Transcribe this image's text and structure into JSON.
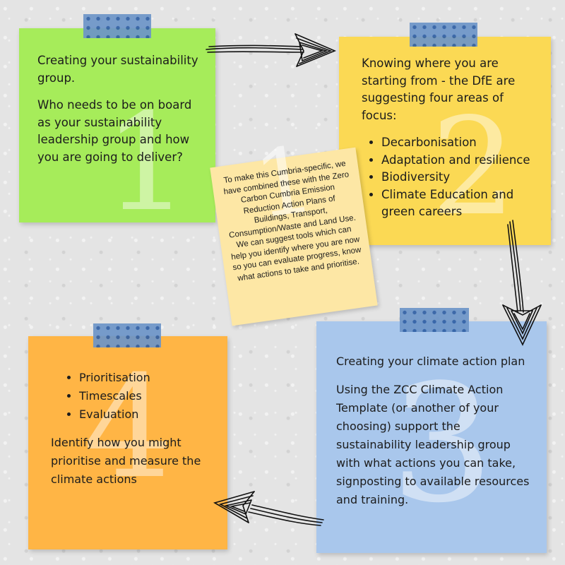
{
  "steps": [
    {
      "number": "1",
      "color": "#a6ec5a",
      "heading": "Creating your sustainability group.",
      "body": "Who needs to be on board as your sustainability leadership group and how you are going to deliver?"
    },
    {
      "number": "2",
      "color": "#fbd954",
      "heading": "Knowing where you are starting from - the DfE are suggesting four areas of focus:",
      "bullets": [
        "Decarbonisation",
        "Adaptation and resilience",
        "Biodiversity",
        "Climate Education and green careers"
      ]
    },
    {
      "number": "3",
      "color": "#a9c7ec",
      "heading": "Creating your climate action plan",
      "body": "Using the ZCC Climate Action Template (or another of your choosing) support the sustainability leadership group with what actions you can take, signposting to available resources and training."
    },
    {
      "number": "4",
      "color": "#ffb545",
      "bullets": [
        "Prioritisation",
        "Timescales",
        "Evaluation"
      ],
      "body": "Identify how you might prioritise and measure the climate actions"
    }
  ],
  "side_note": {
    "number": "1",
    "color": "#fde7a5",
    "text": "To make this Cumbria-specific, we have combined these with the Zero Carbon Cumbria Emission Reduction Action Plans of Buildings, Transport, Consumption/Waste and Land Use. We can suggest tools which can help you identify where you are now so you can evaluate progress, know what actions to take and prioritise."
  },
  "tape_color": "#6d95c8",
  "arrow_color": "#111111"
}
